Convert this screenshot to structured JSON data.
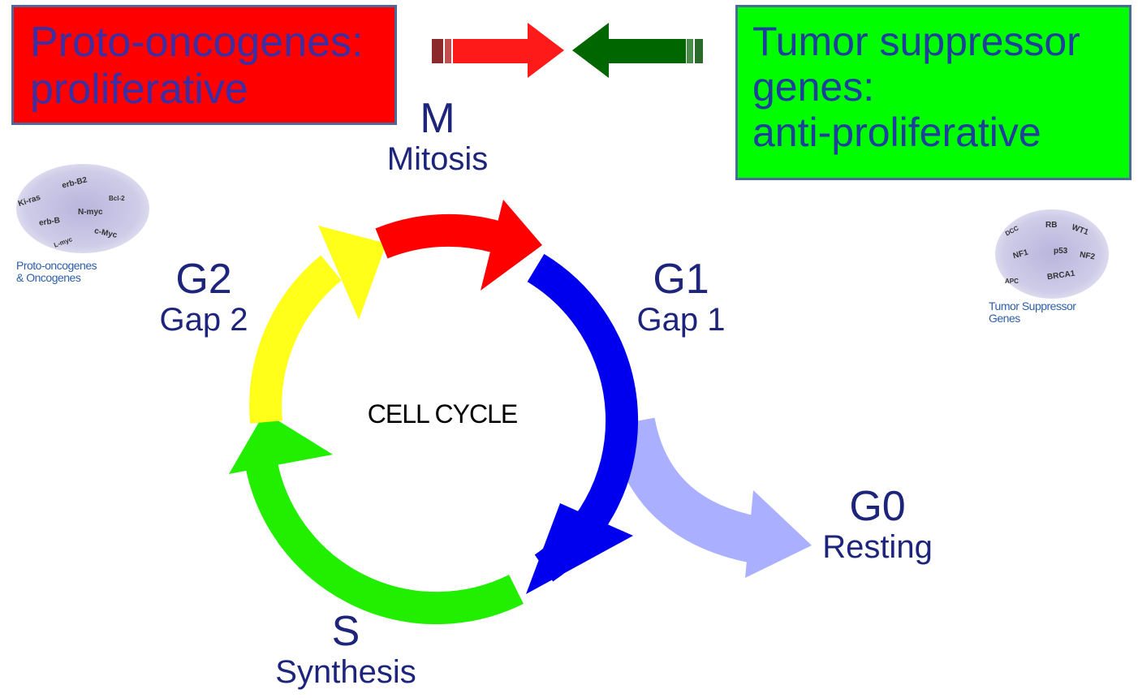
{
  "proto_box": {
    "line1": "Proto-oncogenes:",
    "line2": "proliferative",
    "color": "#fe0000"
  },
  "tumor_box": {
    "line1": "Tumor suppressor",
    "line2": "genes:",
    "line3": "anti-proliferative",
    "color": "#00fe00"
  },
  "phases": {
    "m": {
      "letter": "M",
      "name": "Mitosis",
      "color": "#fe0000"
    },
    "g1": {
      "letter": "G1",
      "name": "Gap 1",
      "color": "#0000ee"
    },
    "g2": {
      "letter": "G2",
      "name": "Gap 2",
      "color": "#ffff1a"
    },
    "s": {
      "letter": "S",
      "name": "Synthesis",
      "color": "#22ee00"
    },
    "g0": {
      "letter": "G0",
      "name": "Resting",
      "color": "#aab0ff"
    }
  },
  "center_label": "CELL CYCLE",
  "cluster_left": {
    "caption_line1": "Proto-oncogenes",
    "caption_line2": "& Oncogenes",
    "genes": [
      "Ki-ras",
      "erb-B2",
      "N-myc",
      "erb-B",
      "c-Myc",
      "Bcl-2",
      "L-myc"
    ]
  },
  "cluster_right": {
    "caption_line1": "Tumor Suppressor",
    "caption_line2": "Genes",
    "genes": [
      "DCC",
      "RB",
      "WT1",
      "NF1",
      "p53",
      "NF2",
      "BRCA1",
      "APC"
    ]
  },
  "arrows": {
    "oncogene_color": "#ff1a1a",
    "suppressor_color": "#006600"
  }
}
